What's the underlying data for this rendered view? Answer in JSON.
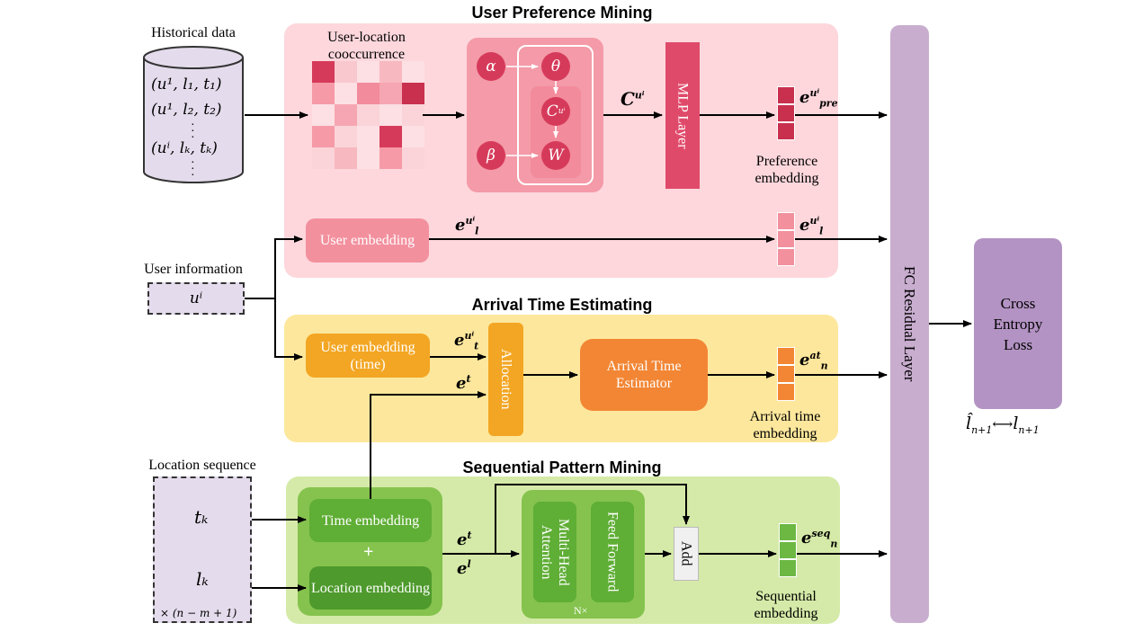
{
  "colors": {
    "pref_panel": "#fdd7dc",
    "time_panel": "#fde79c",
    "seq_panel": "#d5eaa8",
    "fc_layer": "#c8adcf",
    "loss_box": "#b393c3",
    "input_box": "#e4dcec",
    "mlp": "#e04a6a",
    "user_emb": "#f3909e",
    "orange": "#f28634",
    "amber": "#f3a623",
    "green_dark": "#4e9a2c",
    "green_mid": "#6cb843"
  },
  "sections": {
    "preference": "User Preference Mining",
    "arrival": "Arrival Time Estimating",
    "sequential": "Sequential Pattern Mining"
  },
  "inputs": {
    "historical_label": "Historical data",
    "historical_rows": [
      "(u¹, l₁, t₁)",
      "(u¹, l₂, t₂)",
      "(uⁱ, lₖ, tₖ)"
    ],
    "user_info_label": "User information",
    "user_info_value": "uⁱ",
    "location_seq_label": "Location sequence",
    "seq_t": "tₖ",
    "seq_l": "lₖ",
    "seq_mult": "× (n − m + 1)"
  },
  "preference": {
    "cooc_label": "User-location cooccurrence",
    "nodes": {
      "alpha": "α",
      "beta": "β",
      "theta": "θ",
      "c": "C",
      "c_sup": "uⁱ",
      "w": "W"
    },
    "c_out": "C",
    "c_out_sup": "uⁱ",
    "mlp": "MLP Layer",
    "pre_vec_base": "e",
    "pre_vec_sup": "uⁱ",
    "pre_vec_sub": "pre",
    "pref_embedding_label": "Preference embedding",
    "user_embedding": "User embedding",
    "el_base": "e",
    "el_sup": "uⁱ",
    "el_sub": "l"
  },
  "arrival": {
    "user_embedding_time": "User embedding (time)",
    "et_u_base": "e",
    "et_u_sup": "uⁱ",
    "et_u_sub": "t",
    "et_base": "e",
    "et_sup": "t",
    "allocation": "Allocation",
    "estimator": "Arrival Time Estimator",
    "at_base": "e",
    "at_sup": "at",
    "at_sub": "n",
    "at_label": "Arrival time embedding"
  },
  "sequential": {
    "time_embedding": "Time embedding",
    "plus": "+",
    "location_embedding": "Location embedding",
    "et_base": "e",
    "et_sup": "t",
    "el_base": "e",
    "el_sup": "l",
    "mha": "Multi-Head Attention",
    "ff": "Feed Forward",
    "nx": "N×",
    "add": "Add",
    "seq_base": "e",
    "seq_sup": "seq",
    "seq_sub": "n",
    "seq_label": "Sequential embedding"
  },
  "fc_layer": "FC Residual Layer",
  "loss": "Cross Entropy Loss",
  "pred_lhs": "l̂",
  "pred_lhs_sub": "n+1",
  "pred_arrow": "⟷",
  "pred_rhs": "l",
  "pred_rhs_sub": "n+1"
}
